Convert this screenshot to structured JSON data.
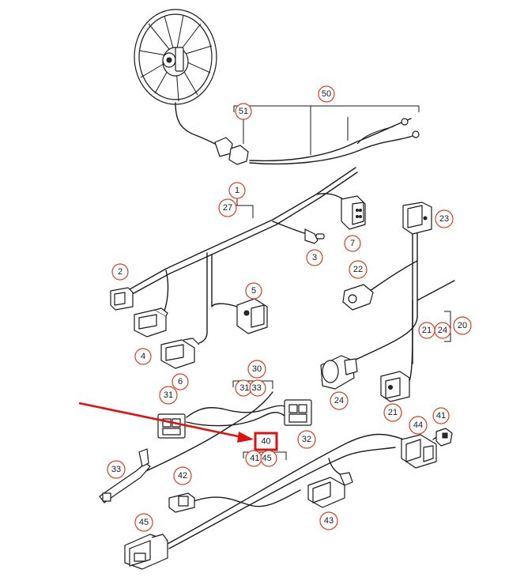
{
  "callouts": {
    "c50": "50",
    "c51": "51",
    "c1": "1",
    "c27": "27",
    "c3": "3",
    "c7": "7",
    "c23": "23",
    "c2": "2",
    "c22": "22",
    "c5": "5",
    "c4": "4",
    "c20": "20",
    "c21a": "21",
    "c24a": "24",
    "c6": "6",
    "c24b": "24",
    "c30": "30",
    "c3133": "31 33",
    "c31": "31",
    "c21b": "21",
    "c32": "32",
    "c40": "40",
    "c4145": "41 45",
    "c44": "44",
    "c41": "41",
    "c33": "33",
    "c42": "42",
    "c43": "43",
    "c45": "45"
  },
  "highlight": {
    "part": "40",
    "color": "#e01010"
  },
  "colors": {
    "callout_ring": "#d9401c",
    "line": "#1a1a1a"
  }
}
